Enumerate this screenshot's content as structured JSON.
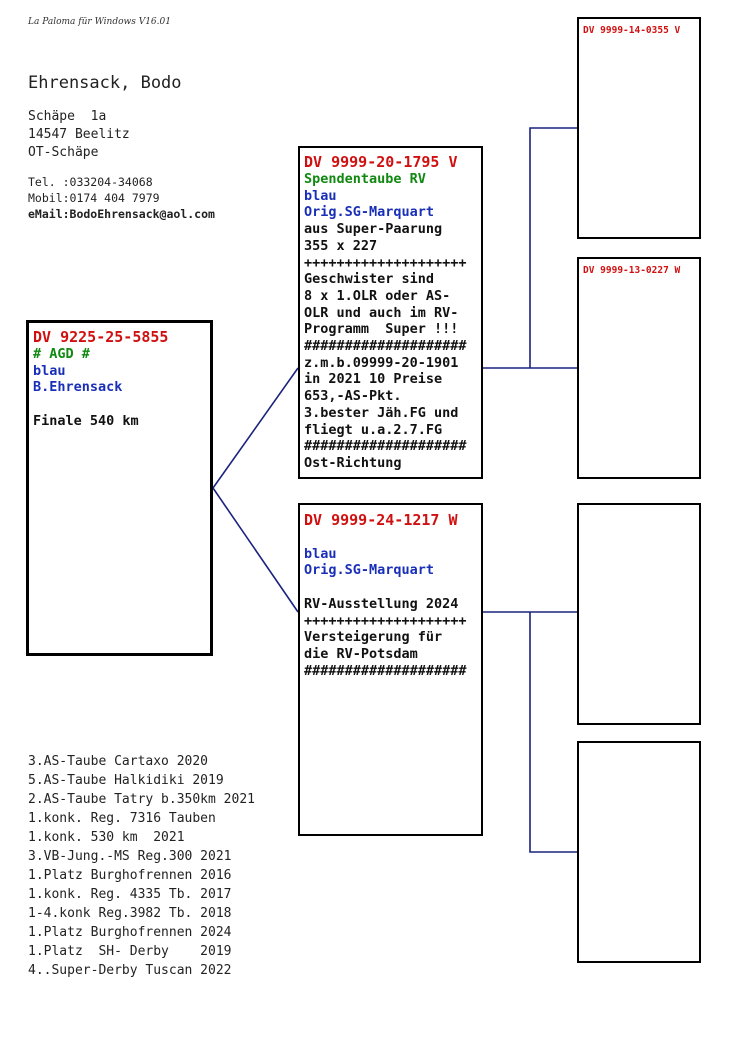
{
  "app_title": "La Paloma für Windows V16.01",
  "owner": {
    "name": "Ehrensack, Bodo",
    "address": [
      "Schäpe  1a",
      "14547 Beelitz",
      "OT-Schäpe"
    ],
    "phone": "Tel. :033204-34068",
    "mobile": "Mobil:0174 404 7979",
    "email": "eMail:BodoEhrensack@aol.com"
  },
  "main_pigeon": {
    "ring": "DV 9225-25-5855",
    "name": "# AGD #",
    "color": "blau",
    "breeder": "B.Ehrensack",
    "note": "Finale 540 km"
  },
  "sire": {
    "ring": "DV 9999-20-1795 V",
    "name": "Spendentaube RV",
    "color": "blau",
    "breeder": "Orig.SG-Marquart",
    "notes": [
      "aus Super-Paarung",
      "355 x 227",
      "++++++++++++++++++++",
      "Geschwister sind",
      "8 x 1.OLR oder AS-",
      "OLR und auch im RV-",
      "Programm  Super !!!",
      "####################",
      "z.m.b.09999-20-1901",
      "in 2021 10 Preise",
      "653,-AS-Pkt.",
      "3.bester Jäh.FG und",
      "fliegt u.a.2.7.FG",
      "####################",
      "Ost-Richtung"
    ]
  },
  "dam": {
    "ring": "DV 9999-24-1217 W",
    "color": "blau",
    "breeder": "Orig.SG-Marquart",
    "notes": [
      "RV-Ausstellung 2024",
      "++++++++++++++++++++",
      "Versteigerung für",
      "die RV-Potsdam",
      "####################"
    ]
  },
  "grandparents": [
    {
      "ring": "DV 9999-14-0355 V"
    },
    {
      "ring": "DV 9999-13-0227 W"
    },
    {
      "ring": ""
    },
    {
      "ring": ""
    }
  ],
  "achievements": [
    "3.AS-Taube Cartaxo 2020",
    "5.AS-Taube Halkidiki 2019",
    "2.AS-Taube Tatry b.350km 2021",
    "1.konk. Reg. 7316 Tauben",
    "1.konk. 530 km  2021",
    "3.VB-Jung.-MS Reg.300 2021",
    "1.Platz Burghofrennen 2016",
    "1.konk. Reg. 4335 Tb. 2017",
    "1-4.konk Reg.3982 Tb. 2018",
    "1.Platz Burghofrennen 2024",
    "1.Platz  SH- Derby    2019",
    "4..Super-Derby Tuscan 2022"
  ],
  "colors": {
    "ring": "#d01010",
    "name": "#118811",
    "breeder": "#1a2fb8",
    "connector": "#1a237e"
  }
}
